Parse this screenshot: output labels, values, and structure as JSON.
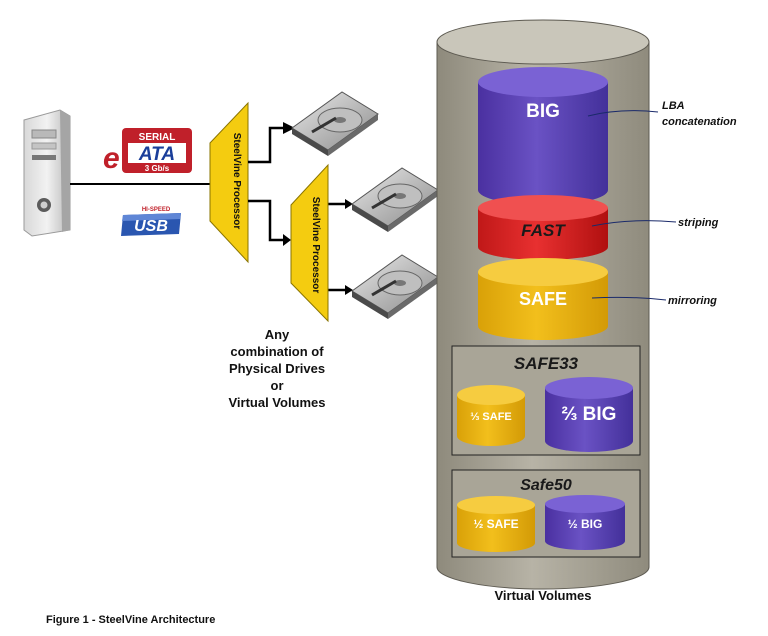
{
  "interfaces": {
    "esata": {
      "top": "SERIAL",
      "main": "ATA",
      "speed": "3 Gb/s",
      "prefix": "e"
    },
    "usb": {
      "main": "USB",
      "tag": "HI-SPEED"
    }
  },
  "processors": {
    "primary": "SteelVine Processor",
    "secondary": "SteelVine Processor"
  },
  "combination_text": [
    "Any",
    "combination of",
    "Physical Drives",
    "or",
    "Virtual Volumes"
  ],
  "volumes": {
    "big": "BIG",
    "fast": "FAST",
    "safe": "SAFE",
    "safe33": {
      "title": "SAFE33",
      "left": "⅓ SAFE",
      "right": "⅔ BIG"
    },
    "safe50": {
      "title": "Safe50",
      "left": "½ SAFE",
      "right": "½ BIG"
    }
  },
  "annotations": {
    "lba_line1": "LBA",
    "lba_line2": "concatenation",
    "striping": "striping",
    "mirroring": "mirroring"
  },
  "container_label": "Virtual Volumes",
  "caption": "Figure 1 - SteelVine Architecture",
  "colors": {
    "big": "#5a3fb0",
    "fast": "#d42020",
    "safe": "#e8b010",
    "processor": "#f4cc10",
    "cylinder": "#a9a597"
  }
}
